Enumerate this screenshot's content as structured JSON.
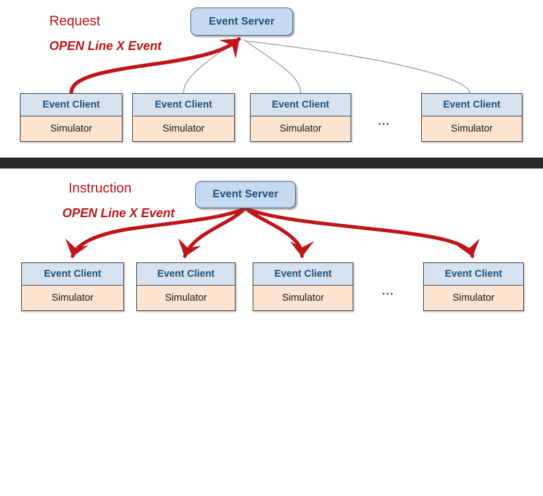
{
  "diagram": {
    "title": "Event Server / Event Client request-instruction flow",
    "colors": {
      "accent_red": "#bf1419",
      "node_blue_header": "#d6e2f0",
      "node_peach_body": "#fce4d0",
      "server_blue": "#c5d9ef",
      "label_blue": "#1f4e79",
      "divider_dark": "#282828",
      "edge_gray": "#9a9a9a"
    },
    "ellipsis": "...",
    "panels": [
      {
        "id": "request-panel",
        "annotation": {
          "title": "Request",
          "subtitle": "OPEN Line X Event"
        },
        "server": {
          "label": "Event Server"
        },
        "clients": [
          {
            "header": "Event Client",
            "body": "Simulator"
          },
          {
            "header": "Event Client",
            "body": "Simulator"
          },
          {
            "header": "Event Client",
            "body": "Simulator"
          },
          {
            "header": "Event Client",
            "body": "Simulator"
          }
        ],
        "edges": [
          {
            "from": "client-1",
            "to": "server",
            "style": "red-thick-arrow"
          },
          {
            "from": "client-2",
            "to": "server",
            "style": "gray-thin"
          },
          {
            "from": "client-3",
            "to": "server",
            "style": "gray-thin"
          },
          {
            "from": "client-4",
            "to": "server",
            "style": "gray-thin"
          }
        ]
      },
      {
        "id": "instruction-panel",
        "annotation": {
          "title": "Instruction",
          "subtitle": "OPEN Line X Event"
        },
        "server": {
          "label": "Event Server"
        },
        "clients": [
          {
            "header": "Event Client",
            "body": "Simulator"
          },
          {
            "header": "Event Client",
            "body": "Simulator"
          },
          {
            "header": "Event Client",
            "body": "Simulator"
          },
          {
            "header": "Event Client",
            "body": "Simulator"
          }
        ],
        "edges": [
          {
            "from": "server",
            "to": "client-1",
            "style": "red-thick-arrow"
          },
          {
            "from": "server",
            "to": "client-2",
            "style": "red-thick-arrow"
          },
          {
            "from": "server",
            "to": "client-3",
            "style": "red-thick-arrow"
          },
          {
            "from": "server",
            "to": "client-4",
            "style": "red-thick-arrow"
          }
        ]
      }
    ]
  }
}
